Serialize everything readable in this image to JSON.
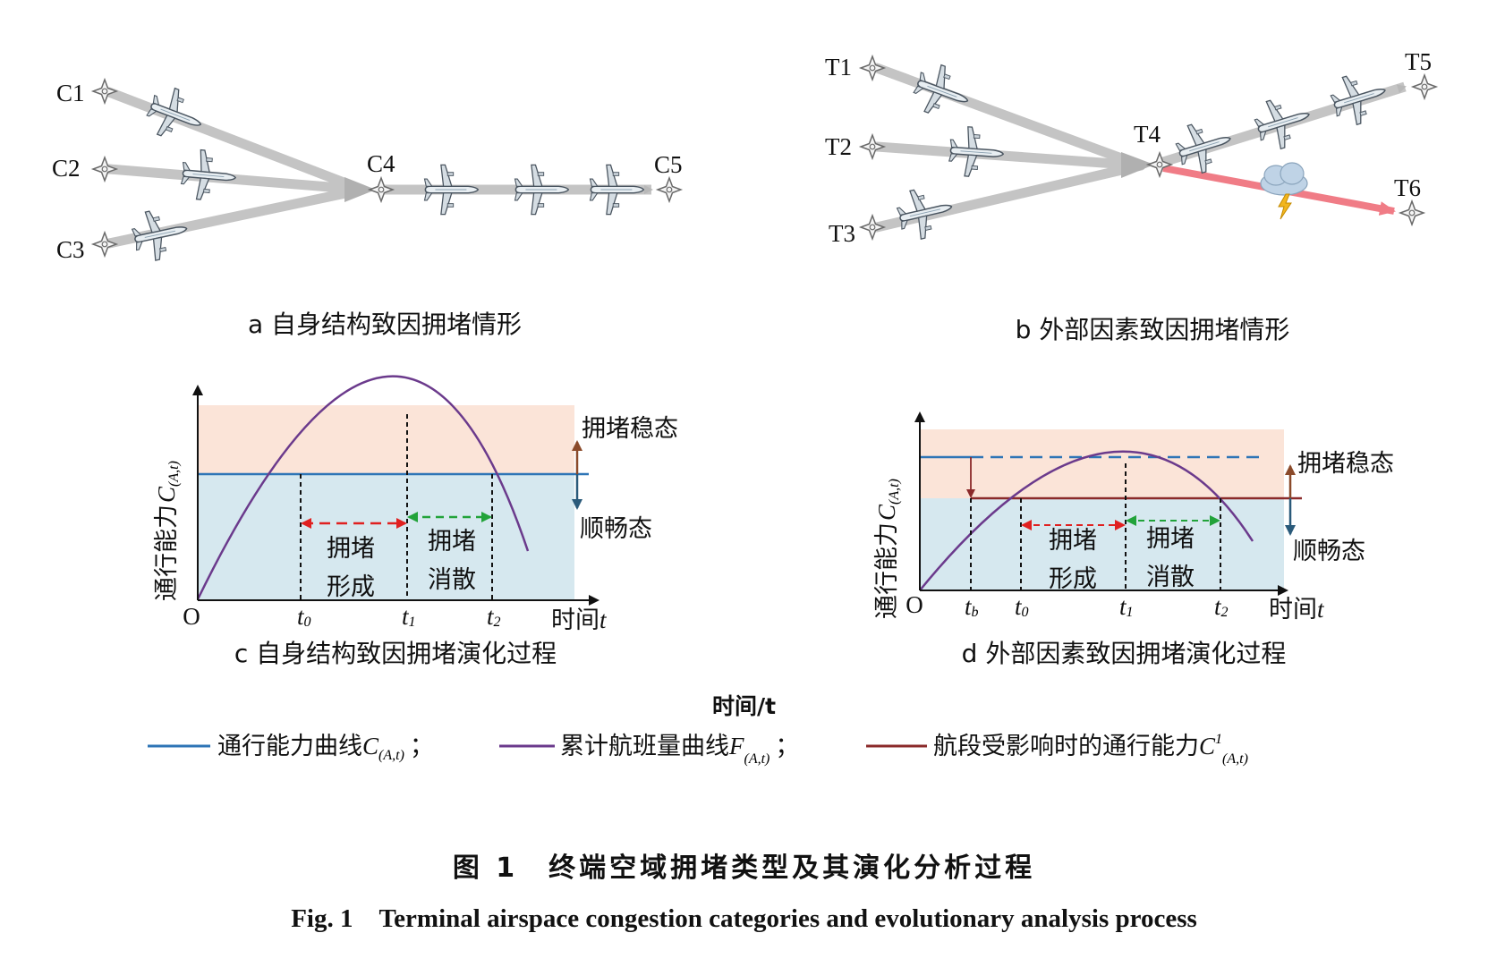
{
  "panel_a": {
    "caption": "a 自身结构致因拥堵情形",
    "nodes": {
      "c1": "C1",
      "c2": "C2",
      "c3": "C3",
      "c4": "C4",
      "c5": "C5"
    }
  },
  "panel_b": {
    "caption": "b 外部因素致因拥堵情形",
    "nodes": {
      "t1": "T1",
      "t2": "T2",
      "t3": "T3",
      "t4": "T4",
      "t5": "T5",
      "t6": "T6"
    }
  },
  "panel_c": {
    "caption": "c 自身结构致因拥堵演化过程",
    "ylabel": "通行能力",
    "ylabel_symbol": "C",
    "ylabel_sub": "(A,t)",
    "origin": "O",
    "xlabel": "时间",
    "xlabel_var": "t",
    "ticks": {
      "t0": "0",
      "t1": "1",
      "t2": "2"
    },
    "tick_var": "t",
    "state_congested": "拥堵稳态",
    "state_smooth": "顺畅态",
    "formation": [
      "拥堵",
      "形成"
    ],
    "dissipation": [
      "拥堵",
      "消散"
    ]
  },
  "panel_d": {
    "caption": "d 外部因素致因拥堵演化过程",
    "ylabel": "通行能力",
    "ylabel_symbol": "C",
    "ylabel_sub": "(A,t)",
    "origin": "O",
    "xlabel": "时间",
    "xlabel_var": "t",
    "ticks": {
      "tb": "b",
      "t0": "0",
      "t1": "1",
      "t2": "2"
    },
    "tick_var": "t",
    "state_congested": "拥堵稳态",
    "state_smooth": "顺畅态",
    "formation": [
      "拥堵",
      "形成"
    ],
    "dissipation": [
      "拥堵",
      "消散"
    ]
  },
  "legend": {
    "header": "时间/t",
    "items": [
      {
        "text": "通行能力曲线",
        "symbol": "C",
        "sub": "(A,t)",
        "sup": "",
        "sep": "；",
        "color": "#2e75b6"
      },
      {
        "text": "累计航班量曲线",
        "symbol": "F",
        "sub": "(A,t)",
        "sup": "",
        "sep": "；",
        "color": "#6b3a8c"
      },
      {
        "text": "航段受影响时的通行能力",
        "symbol": "C",
        "sub": "(A,t)",
        "sup": "1",
        "sep": "",
        "color": "#8b2a2a"
      }
    ]
  },
  "figure": {
    "title_cn": "图 1　终端空域拥堵类型及其演化分析过程",
    "title_en": "Fig. 1　Terminal airspace congestion categories and evolutionary analysis process"
  },
  "colors": {
    "route_gray": "#c4c4c4",
    "route_red": "#f07c86",
    "capacity_blue": "#2e75b6",
    "flights_purple": "#6b3a8c",
    "affected_red": "#8b2a2a",
    "congested_fill": "#fbe4d8",
    "smooth_fill": "#d6e8ef",
    "arrow_red": "#e02020",
    "arrow_green": "#22a33a",
    "state_up": "#8b4a2a",
    "state_down": "#2a5a7a"
  }
}
